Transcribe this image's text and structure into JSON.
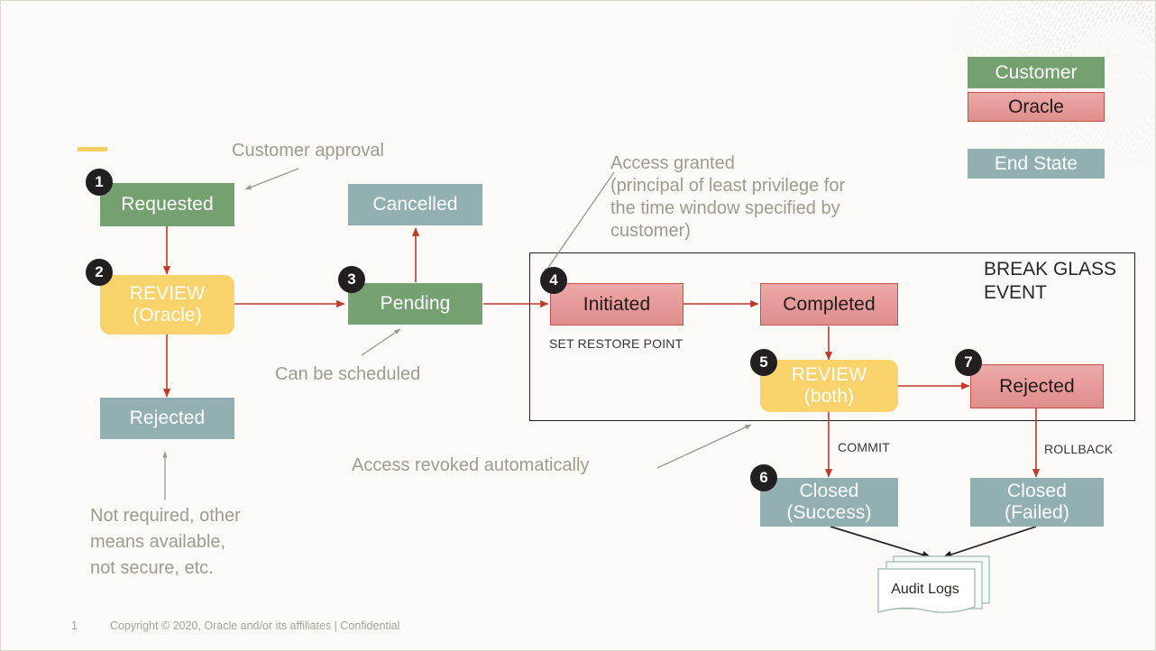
{
  "page": {
    "background": "#fbfaf6",
    "footer_page_number": "1",
    "footer_text": "Copyright © 2020, Oracle and/or its affiliates  |  Confidential"
  },
  "legend": {
    "items": [
      {
        "label": "Customer",
        "color": "#75a171",
        "style": "green"
      },
      {
        "label": "Oracle",
        "color": "#e79b9a",
        "style": "red"
      },
      {
        "label": "End State",
        "color": "#92b0b2",
        "style": "teal"
      }
    ]
  },
  "break_glass": {
    "title_line1": "BREAK GLASS",
    "title_line2": "EVENT"
  },
  "nodes": [
    {
      "id": "requested",
      "line1": "Requested",
      "line2": "",
      "style": "green",
      "badge": "1"
    },
    {
      "id": "review-oracle",
      "line1": "REVIEW",
      "line2": "(Oracle)",
      "style": "yellow",
      "badge": "2"
    },
    {
      "id": "rejected-left",
      "line1": "Rejected",
      "line2": "",
      "style": "teal",
      "badge": ""
    },
    {
      "id": "cancelled",
      "line1": "Cancelled",
      "line2": "",
      "style": "teal",
      "badge": ""
    },
    {
      "id": "pending",
      "line1": "Pending",
      "line2": "",
      "style": "green",
      "badge": "3"
    },
    {
      "id": "initiated",
      "line1": "Initiated",
      "line2": "",
      "style": "red",
      "badge": "4"
    },
    {
      "id": "completed",
      "line1": "Completed",
      "line2": "",
      "style": "red",
      "badge": ""
    },
    {
      "id": "review-both",
      "line1": "REVIEW",
      "line2": "(both)",
      "style": "yellow",
      "badge": "5"
    },
    {
      "id": "rejected-bg",
      "line1": "Rejected",
      "line2": "",
      "style": "red",
      "badge": "7"
    },
    {
      "id": "closed-success",
      "line1": "Closed",
      "line2": "(Success)",
      "style": "teal",
      "badge": "6"
    },
    {
      "id": "closed-failed",
      "line1": "Closed",
      "line2": "(Failed)",
      "style": "teal",
      "badge": ""
    }
  ],
  "edge_labels": {
    "set_restore_point": "SET RESTORE POINT",
    "commit": "COMMIT",
    "rollback": "ROLLBACK"
  },
  "annotations": {
    "customer_approval": "Customer approval",
    "can_be_scheduled": "Can be scheduled",
    "access_granted_title": "Access granted",
    "access_granted_body_1": "(principal of least privilege for",
    "access_granted_body_2": "the time window specified by",
    "access_granted_body_3": "customer)",
    "access_revoked": "Access revoked automatically",
    "not_required_1": "Not required, other",
    "not_required_2": "means available,",
    "not_required_3": "not secure, etc."
  },
  "audit_logs": {
    "label": "Audit Logs"
  },
  "colors": {
    "green": "#75a171",
    "teal": "#92b0b2",
    "red": "#e79b9a",
    "red_border": "#c9514c",
    "yellow": "#f8d26a",
    "arrow_red": "#c0392b",
    "arrow_gray": "#9d968c",
    "arrow_black": "#231f20",
    "badge": "#231f20",
    "anno_text": "#a09a90"
  }
}
